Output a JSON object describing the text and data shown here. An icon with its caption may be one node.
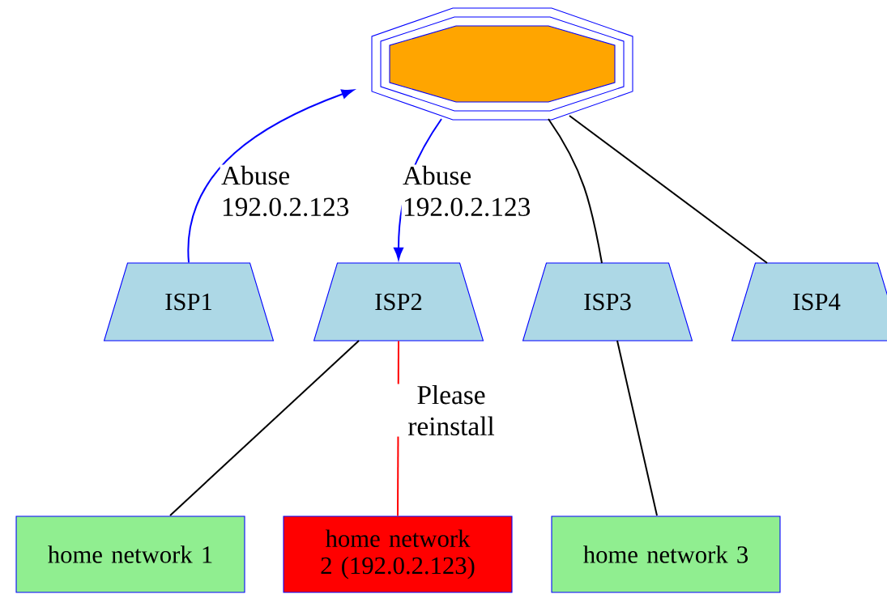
{
  "diagram": {
    "nodes": [
      {
        "text": [],
        "shape": "octagon"
      },
      {
        "text": [
          "ISP1"
        ]
      },
      {
        "text": [
          "ISP2"
        ]
      },
      {
        "text": [
          "ISP3"
        ]
      },
      {
        "text": [
          "ISP4"
        ]
      },
      {
        "text": [
          "home network 1"
        ]
      },
      {
        "text": [
          "home network 2 (192.0.2.123)"
        ]
      },
      {
        "text": [
          "home network 3"
        ]
      }
    ],
    "edges": [
      {
        "from": 1,
        "to": 0,
        "arrow": "to",
        "label": "Abuse 192.0.2.123",
        "color": "#0000ff"
      },
      {
        "from": 0,
        "to": 2,
        "arrow": "to",
        "label": "Abuse 192.0.2.123",
        "color": "#0000ff"
      },
      {
        "from": 0,
        "to": 3,
        "arrow": "none"
      },
      {
        "from": 0,
        "to": 4,
        "arrow": "none"
      },
      {
        "from": 2,
        "to": 5,
        "arrow": "none"
      },
      {
        "from": 2,
        "to": 6,
        "arrow": "none",
        "label": "Please reinstall",
        "color": "#ff0000"
      },
      {
        "from": 3,
        "to": 7,
        "arrow": "none"
      }
    ]
  }
}
